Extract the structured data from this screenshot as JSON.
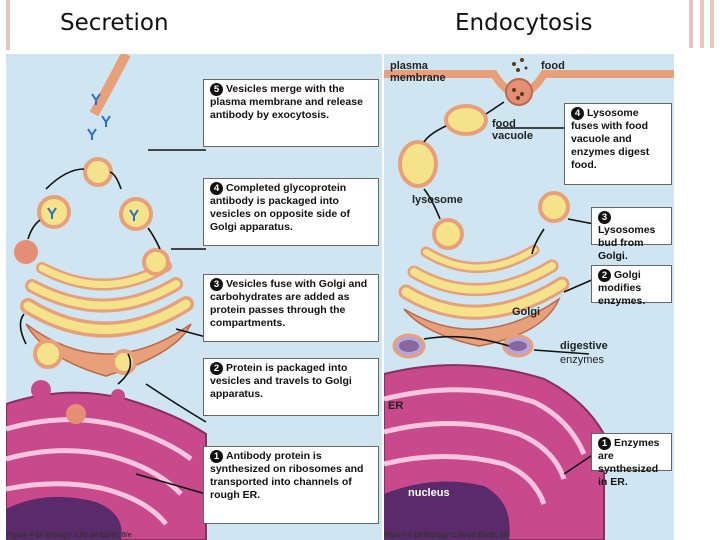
{
  "titles": {
    "left": "Secretion",
    "right": "Endocytosis"
  },
  "secretion": {
    "steps": [
      {
        "num": "5",
        "text": "Vesicles merge with the plasma membrane and release antibody by exocytosis."
      },
      {
        "num": "4",
        "text": "Completed glycoprotein antibody is packaged into vesicles on opposite side of Golgi apparatus."
      },
      {
        "num": "3",
        "text": "Vesicles fuse with Golgi and carbohydrates are added as protein passes through the compartments."
      },
      {
        "num": "2",
        "text": "Protein is packaged into vesicles and travels to Golgi apparatus."
      },
      {
        "num": "1",
        "text": "Antibody protein is synthesized on ribosomes and transported into channels of rough ER."
      }
    ],
    "figure_caption": "Figure 4-14 Biology: Life on Earth, 8/e"
  },
  "endocytosis": {
    "labels": {
      "plasma_membrane": "plasma membrane",
      "food": "food",
      "food_vacuole": "food vacuole",
      "lysosome": "lysosome",
      "golgi": "Golgi",
      "digestive_enzymes_1": "digestive",
      "digestive_enzymes_2": "enzymes",
      "er": "ER",
      "nucleus": "nucleus"
    },
    "steps": [
      {
        "num": "4",
        "text": "Lysosome fuses with food vacuole and enzymes digest food."
      },
      {
        "num": "3",
        "text": "Lysosomes bud from Golgi."
      },
      {
        "num": "2",
        "text": "Golgi modifies enzymes."
      },
      {
        "num": "1",
        "text": "Enzymes are synthesized in ER."
      }
    ],
    "figure_caption": "Figure 4-15 Biology: Life on Earth, 8/e"
  },
  "colors": {
    "background": "#cfe6f2",
    "golgi": "#f4e38a",
    "golgi_outer": "#e8a07a",
    "er": "#c84a8c",
    "nucleus": "#5a2a6a",
    "vesicle": "#e58f77",
    "antibody": "#2a6fc9"
  }
}
